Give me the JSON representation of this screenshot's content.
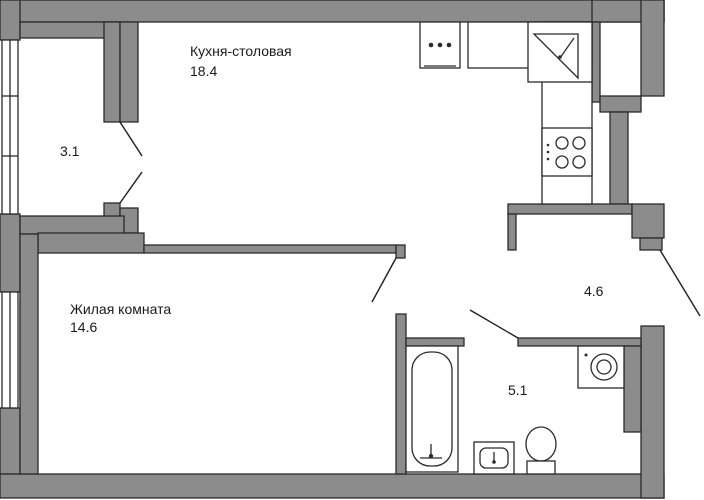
{
  "rooms": {
    "kitchen": {
      "name": "Кухня-столовая",
      "area": "18.4"
    },
    "hall": {
      "area": "3.1"
    },
    "living": {
      "name": "Жилая комната",
      "area": "14.6"
    },
    "corridor": {
      "area": "4.6"
    },
    "bathroom": {
      "area": "5.1"
    }
  },
  "colors": {
    "wall": "#8c8c8c",
    "outline": "#2b2b2b",
    "background": "#ffffff"
  }
}
